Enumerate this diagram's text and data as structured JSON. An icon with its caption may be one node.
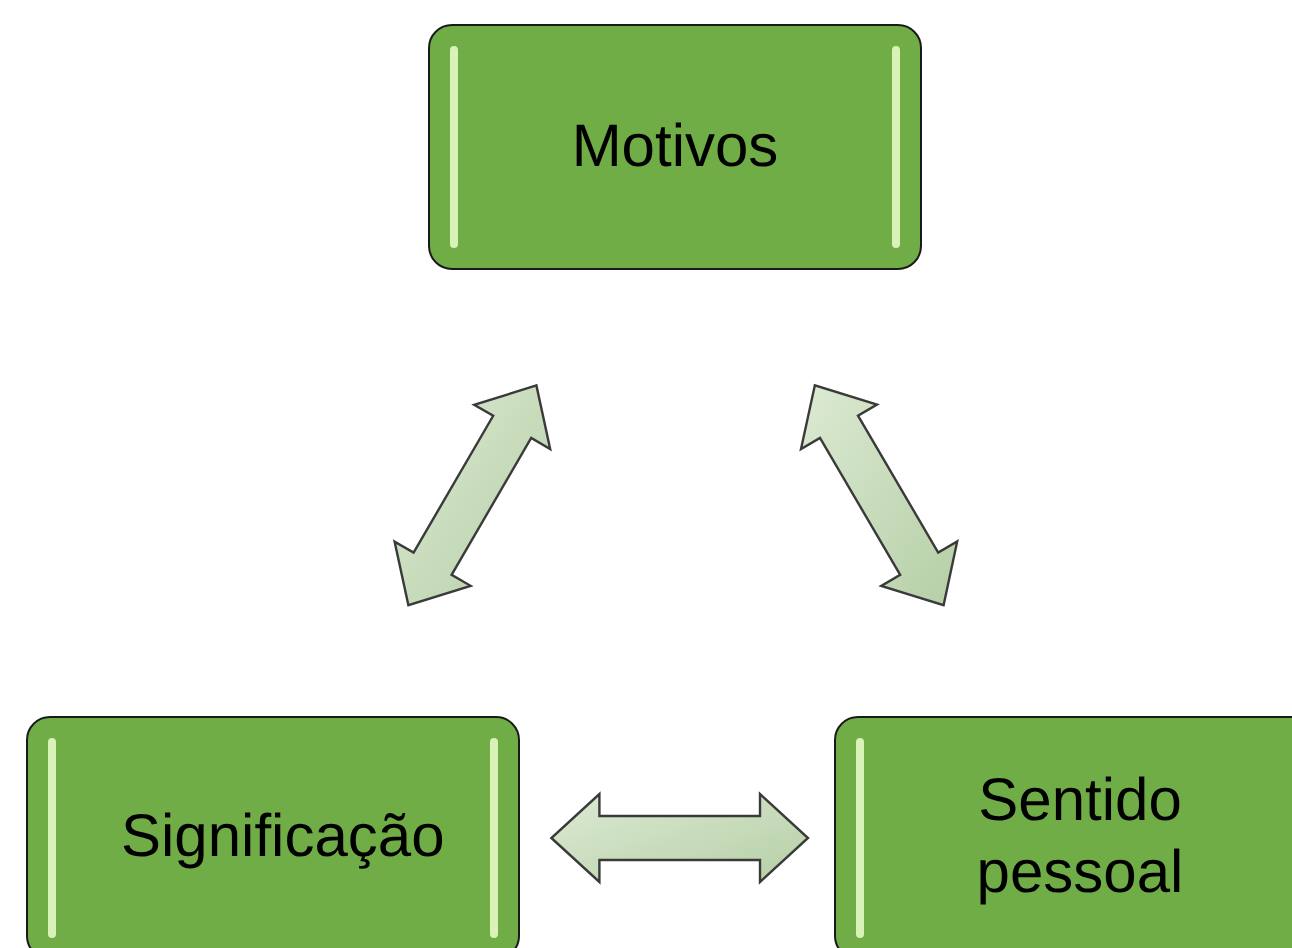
{
  "diagram": {
    "nodes": [
      {
        "text": [
          "Motivos"
        ]
      },
      {
        "text": [
          "Significação"
        ]
      },
      {
        "text": [
          "Sentido pessoal"
        ]
      }
    ],
    "edges": [
      {
        "from": 0,
        "to": 1,
        "arrow": "both"
      },
      {
        "from": 0,
        "to": 2,
        "arrow": "both"
      },
      {
        "from": 1,
        "to": 2,
        "arrow": "both"
      }
    ]
  }
}
